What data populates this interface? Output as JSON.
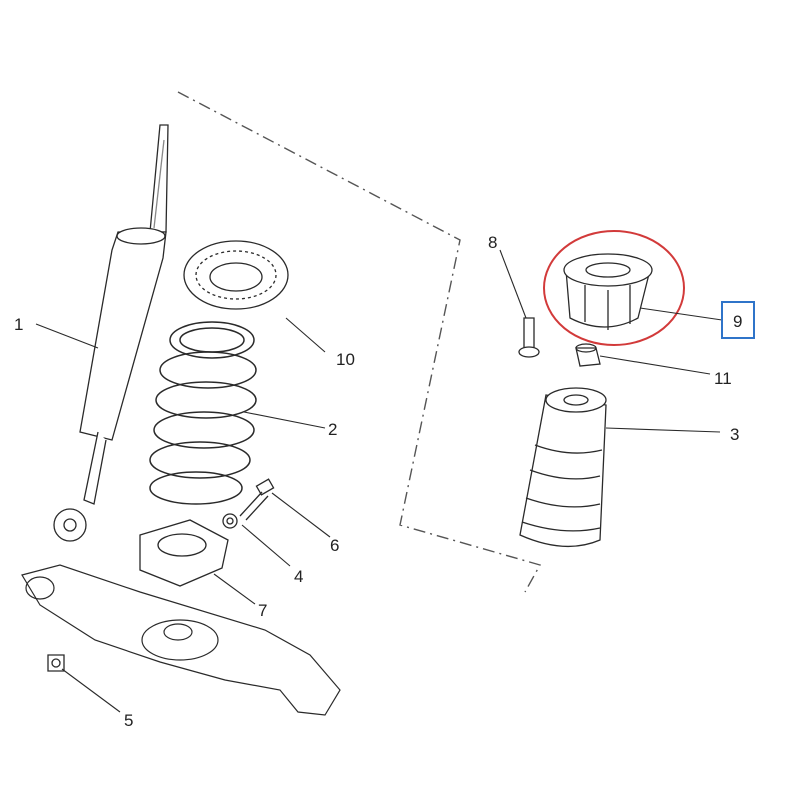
{
  "callouts": {
    "shock_absorber": "1",
    "coil_spring": "2",
    "dust_boot": "3",
    "nut_small": "4",
    "nut_arm": "5",
    "bolt_spring_seat": "6",
    "lower_spring_seat": "7",
    "bolt_mount": "8",
    "top_mount": "9",
    "upper_spring_pad": "10",
    "bump_stop_nut": "11"
  },
  "colors": {
    "line": "#2a2a2a",
    "dash": "#555555",
    "highlight_circle": "#d23a3a",
    "highlight_box": "#2f74c9"
  },
  "icons": {
    "highlight": "red-ellipse-highlight",
    "selected_label_box": "blue-square-box"
  }
}
